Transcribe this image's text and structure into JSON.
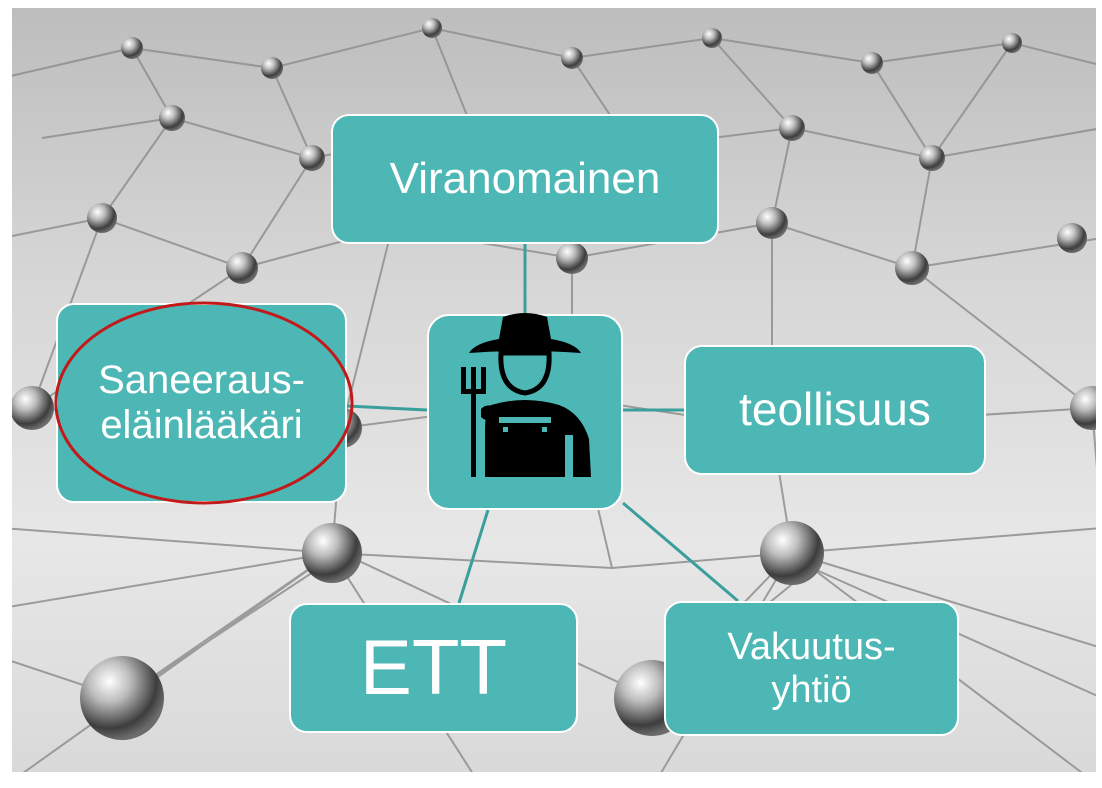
{
  "diagram": {
    "nodes": [
      {
        "id": "top",
        "lines": [
          "Viranomainen"
        ]
      },
      {
        "id": "left",
        "lines": [
          "Saneeraus-",
          "eläinlääkäri"
        ]
      },
      {
        "id": "right",
        "lines": [
          "teollisuus"
        ]
      },
      {
        "id": "bottom_left",
        "lines": [
          "ETT"
        ]
      },
      {
        "id": "bottom_right",
        "lines": [
          "Vakuutus-",
          "yhtiö"
        ]
      }
    ],
    "center": {
      "icon": "farmer-icon"
    },
    "highlighted_node": "left",
    "edges": [
      [
        "center",
        "top"
      ],
      [
        "center",
        "left"
      ],
      [
        "center",
        "right"
      ],
      [
        "center",
        "bottom_left"
      ],
      [
        "center",
        "bottom_right"
      ]
    ]
  },
  "colors": {
    "node_fill": "#4db7b5",
    "node_border": "#ffffff",
    "connector": "#3a9f9c",
    "highlight_ring": "#c21a1a",
    "icon": "#000000",
    "network_lines": "#8a8a8a",
    "spheres": "#9a9a9a"
  }
}
